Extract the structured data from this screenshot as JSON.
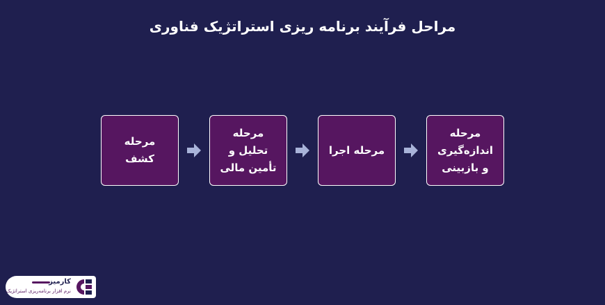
{
  "title": "مراحل فرآیند برنامه ریزی استراتژیک فناوری",
  "steps": [
    "مرحله\nکشف",
    "مرحله\nتحلیل و\nتأمین مالی",
    "مرحله اجرا",
    "مرحله\nاندازه‌گیری\nو بازبینی"
  ],
  "logo": {
    "name": "کارمیز",
    "tagline": "نرم افزار برنامه‌ریزی استراتژیک"
  },
  "colors": {
    "background": "#1f1f4f",
    "step_fill": "#561660",
    "step_border": "#ffffff",
    "arrow": "#a9b3d9"
  },
  "icons": {
    "arrow": "right-arrow-icon",
    "logo": "karmiz-logo-icon"
  }
}
